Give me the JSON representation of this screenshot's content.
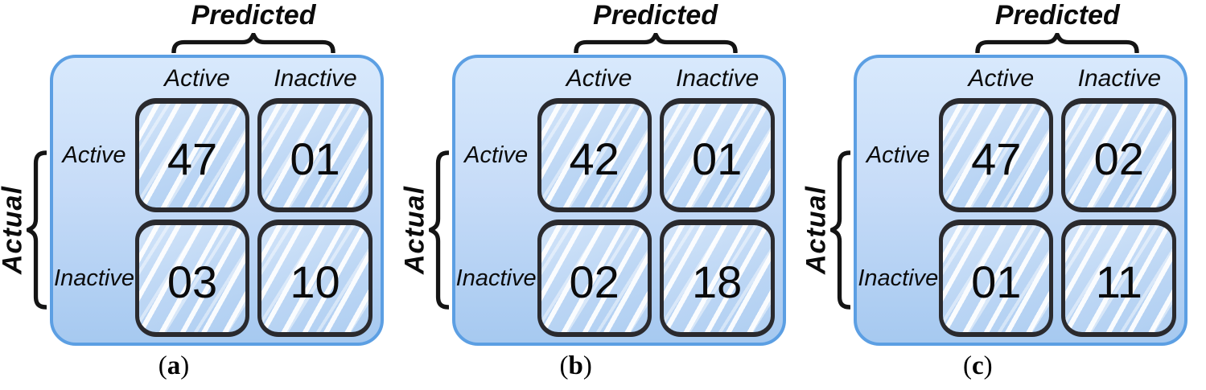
{
  "figure": {
    "predicted_label": "Predicted",
    "actual_label": "Actual",
    "column_headers": [
      "Active",
      "Inactive"
    ],
    "row_headers": [
      "Active",
      "Inactive"
    ],
    "caption_open": "(",
    "caption_close": ")",
    "panels": [
      {
        "caption_letter": "a",
        "cells": [
          [
            "47",
            "01"
          ],
          [
            "03",
            "10"
          ]
        ]
      },
      {
        "caption_letter": "b",
        "cells": [
          [
            "42",
            "01"
          ],
          [
            "02",
            "18"
          ]
        ]
      },
      {
        "caption_letter": "c",
        "cells": [
          [
            "47",
            "02"
          ],
          [
            "01",
            "11"
          ]
        ]
      }
    ],
    "colors": {
      "panel_border": "#5c9fe3",
      "panel_fill_top": "#d8e9fc",
      "panel_fill_bottom": "#a6c9f0",
      "cell_border": "#2a2a2e",
      "cell_fill": "#bcd6f4",
      "hatch_stripe": "#ffffff",
      "text": "#0b0b0b"
    }
  },
  "chart_data": [
    {
      "type": "heatmap",
      "title": "(a)",
      "x_axis_label": "Predicted",
      "y_axis_label": "Actual",
      "x_categories": [
        "Active",
        "Inactive"
      ],
      "y_categories": [
        "Active",
        "Inactive"
      ],
      "values": [
        [
          47,
          1
        ],
        [
          3,
          10
        ]
      ]
    },
    {
      "type": "heatmap",
      "title": "(b)",
      "x_axis_label": "Predicted",
      "y_axis_label": "Actual",
      "x_categories": [
        "Active",
        "Inactive"
      ],
      "y_categories": [
        "Active",
        "Inactive"
      ],
      "values": [
        [
          42,
          1
        ],
        [
          2,
          18
        ]
      ]
    },
    {
      "type": "heatmap",
      "title": "(c)",
      "x_axis_label": "Predicted",
      "y_axis_label": "Actual",
      "x_categories": [
        "Active",
        "Inactive"
      ],
      "y_categories": [
        "Active",
        "Inactive"
      ],
      "values": [
        [
          47,
          2
        ],
        [
          1,
          11
        ]
      ]
    }
  ]
}
